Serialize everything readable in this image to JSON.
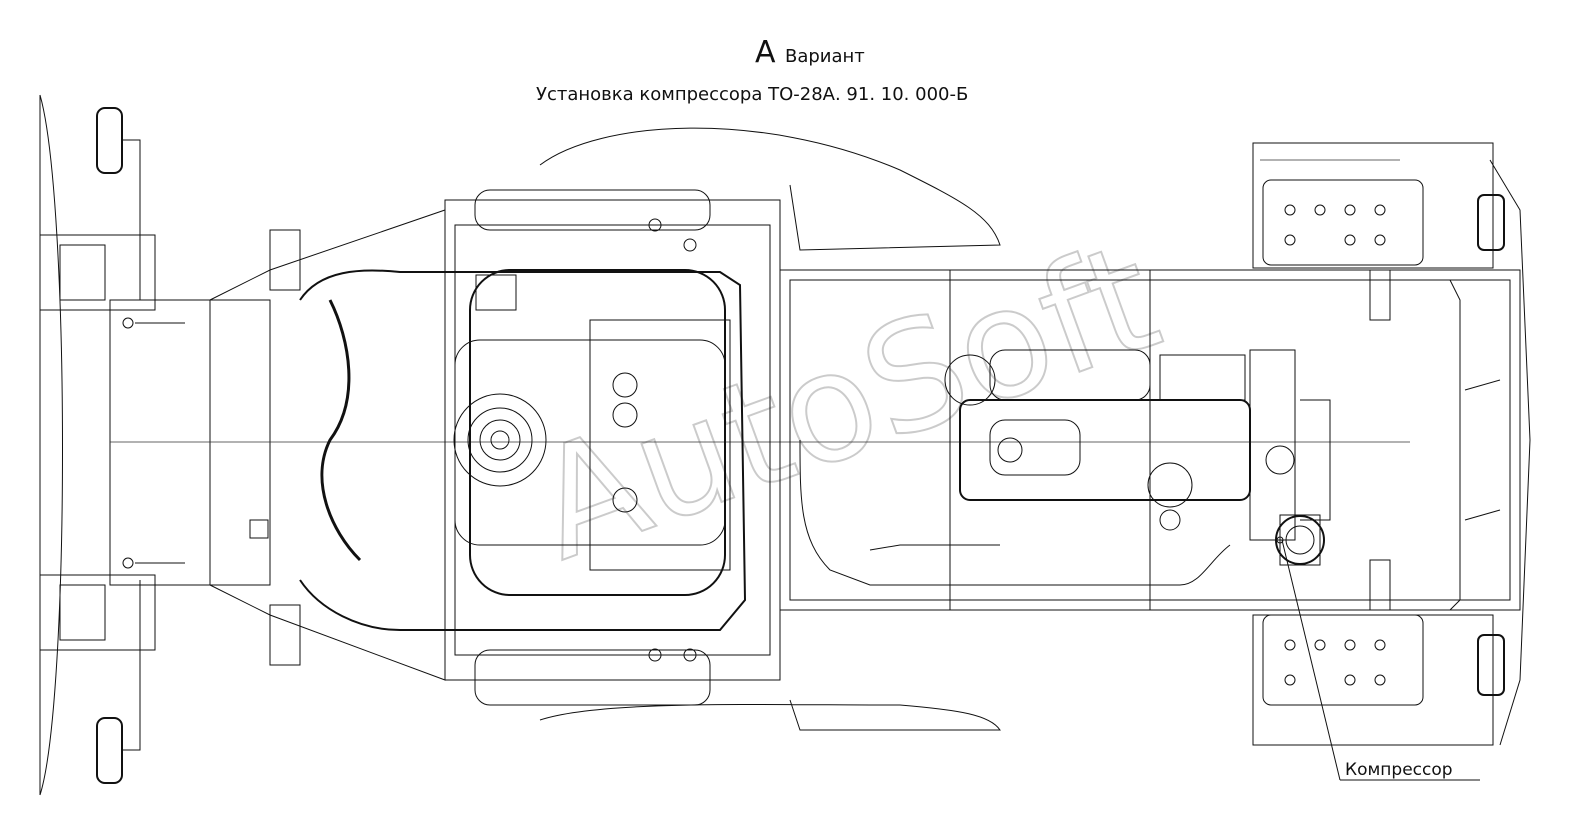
{
  "header": {
    "letter": "A",
    "variant": "Вариант",
    "subtitle": "Установка компрессора ТО-28А. 91. 10. 000-Б"
  },
  "callouts": {
    "compressor": "Компрессор"
  },
  "watermark": {
    "text": "AutoSoft"
  }
}
